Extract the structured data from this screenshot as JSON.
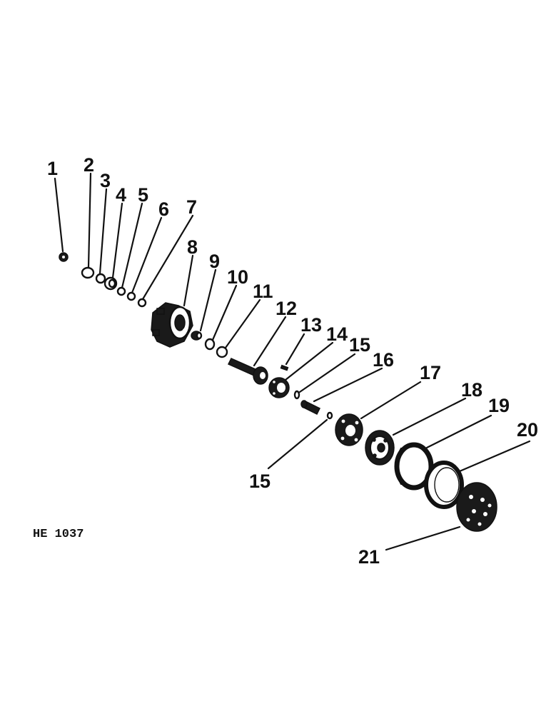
{
  "figure_id": "HE 1037",
  "callouts": [
    "1",
    "2",
    "3",
    "4",
    "5",
    "6",
    "7",
    "8",
    "9",
    "10",
    "11",
    "12",
    "13",
    "14",
    "15",
    "16",
    "17",
    "18",
    "19",
    "20",
    "21",
    "15"
  ]
}
